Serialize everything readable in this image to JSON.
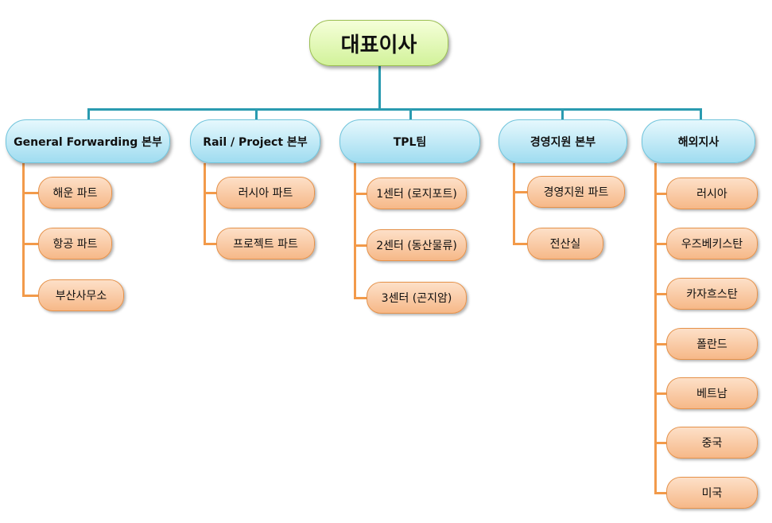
{
  "root": {
    "label": "대표이사"
  },
  "departments": [
    {
      "label": "General Forwarding 본부",
      "children": [
        "해운 파트",
        "항공 파트",
        "부산사무소"
      ]
    },
    {
      "label": "Rail / Project 본부",
      "children": [
        "러시아 파트",
        "프로젝트 파트"
      ]
    },
    {
      "label": "TPL팀",
      "children": [
        "1센터 (로지포트)",
        "2센터 (동산물류)",
        "3센터 (곤지암)"
      ]
    },
    {
      "label": "경영지원 본부",
      "children": [
        "경영지원 파트",
        "전산실"
      ]
    },
    {
      "label": "해외지사",
      "children": [
        "러시아",
        "우즈베키스탄",
        "카자흐스탄",
        "폴란드",
        "베트남",
        "중국",
        "미국"
      ]
    }
  ],
  "colors": {
    "root_fill": "#d2f29a",
    "department_fill": "#9fdcf0",
    "team_fill": "#f6b888",
    "trunk_line": "#2a9bb0",
    "branch_line": "#f29a4a"
  }
}
